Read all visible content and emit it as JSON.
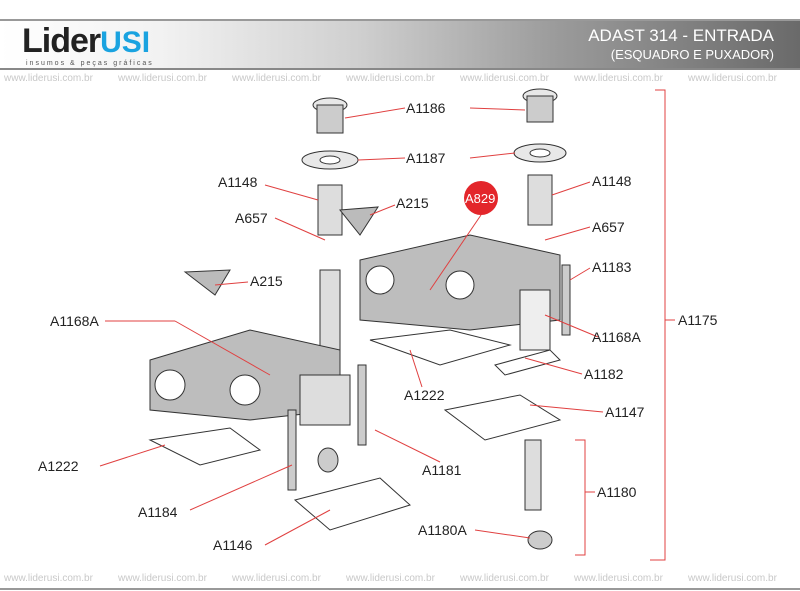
{
  "header": {
    "logo_main": "Lider",
    "logo_accent": "USI",
    "logo_tagline": "insumos & peças gráficas",
    "title": "ADAST 314 - ENTRADA",
    "subtitle": "(ESQUADRO E PUXADOR)"
  },
  "watermark": "www.liderusi.com.br",
  "colors": {
    "accent": "#1aa3e0",
    "highlight": "#e3262b",
    "leader": "#e04040"
  },
  "parts": {
    "a1186": "A1186",
    "a1187": "A1187",
    "a1148_l": "A1148",
    "a1148_r": "A1148",
    "a215_top": "A215",
    "a829": "A829",
    "a657_l": "A657",
    "a657_r": "A657",
    "a215_left": "A215",
    "a1183": "A1183",
    "a1168a_l": "A1168A",
    "a1175": "A1175",
    "a1168a_r": "A1168A",
    "a1182": "A1182",
    "a1222_c": "A1222",
    "a1147": "A1147",
    "a1181": "A1181",
    "a1222_l": "A1222",
    "a1180": "A1180",
    "a1184": "A1184",
    "a1180a": "A1180A",
    "a1146": "A1146"
  }
}
